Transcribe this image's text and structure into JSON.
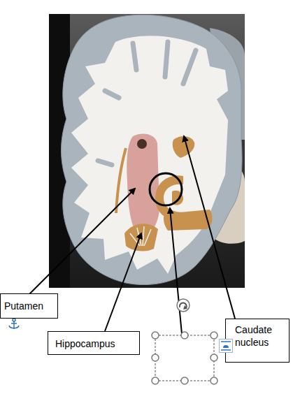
{
  "diagram": {
    "nodes": [
      {
        "text": [
          "Putamen"
        ]
      },
      {
        "text": [
          "Hippocampus"
        ]
      },
      {
        "text": [
          "Caudate nucleus"
        ]
      }
    ]
  }
}
